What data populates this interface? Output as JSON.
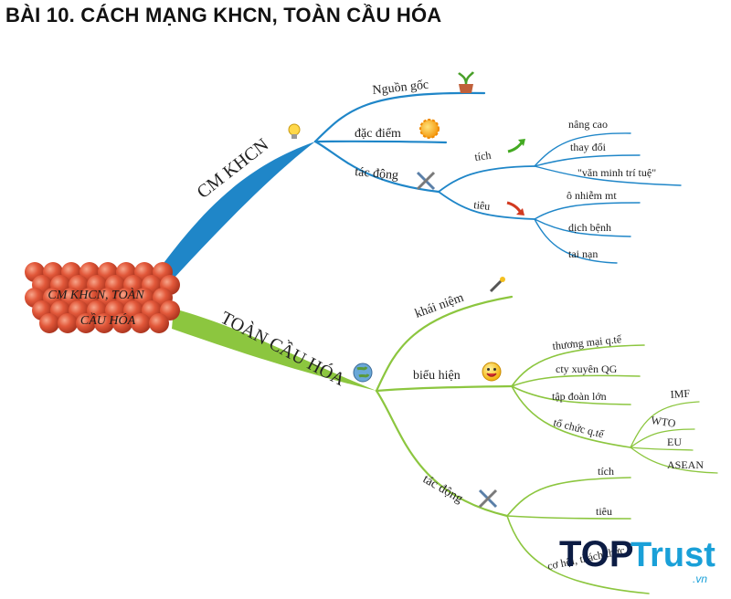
{
  "title": "BÀI 10. CÁCH MẠNG KHCN, TOÀN CẦU HÓA",
  "center": {
    "line1": "CM KHCN, TOÀN",
    "line2": "CẦU HÓA"
  },
  "branch_khcn": {
    "label": "CM KHCN",
    "color": "#1f86c8",
    "children": {
      "nguon_goc": "Nguồn gốc",
      "dac_diem": "đặc điểm",
      "tac_dong": "tác động",
      "tich": "tích",
      "tich_items": [
        "nâng cao",
        "thay đổi",
        "\"văn minh trí tuệ\""
      ],
      "tieu": "tiêu",
      "tieu_items": [
        "ô nhiễm mt",
        "dịch bệnh",
        "tai nạn"
      ]
    }
  },
  "branch_tch": {
    "label": "TOÀN CẦU HÓA",
    "color": "#8cc63f",
    "children": {
      "khai_niem": "khái niệm",
      "bieu_hien": "biểu hiện",
      "bieu_hien_items": [
        "thương mại q.tế",
        "cty xuyên QG",
        "tập đoàn lớn",
        "tổ chức q.tế"
      ],
      "to_chuc_items": [
        "IMF",
        "WTO",
        "EU",
        "ASEAN"
      ],
      "tac_dong": "tác động",
      "tac_dong_items": [
        "tích",
        "tiêu",
        "cơ hội, thách thức"
      ]
    }
  },
  "icons": {
    "khcn": "lightbulb-icon",
    "nguon_goc": "plant-pot-icon",
    "dac_diem": "sun-icon",
    "tac_dong": "tools-icon",
    "tich": "green-arrow-up-icon",
    "tieu": "red-arrow-down-icon",
    "tch": "globe-icon",
    "khai_niem": "magic-wand-icon",
    "bieu_hien": "smiley-icon",
    "tch_tac_dong": "tools-icon"
  },
  "watermark": {
    "top": "TOP",
    "trust": "Trust",
    "domain": ".vn"
  }
}
